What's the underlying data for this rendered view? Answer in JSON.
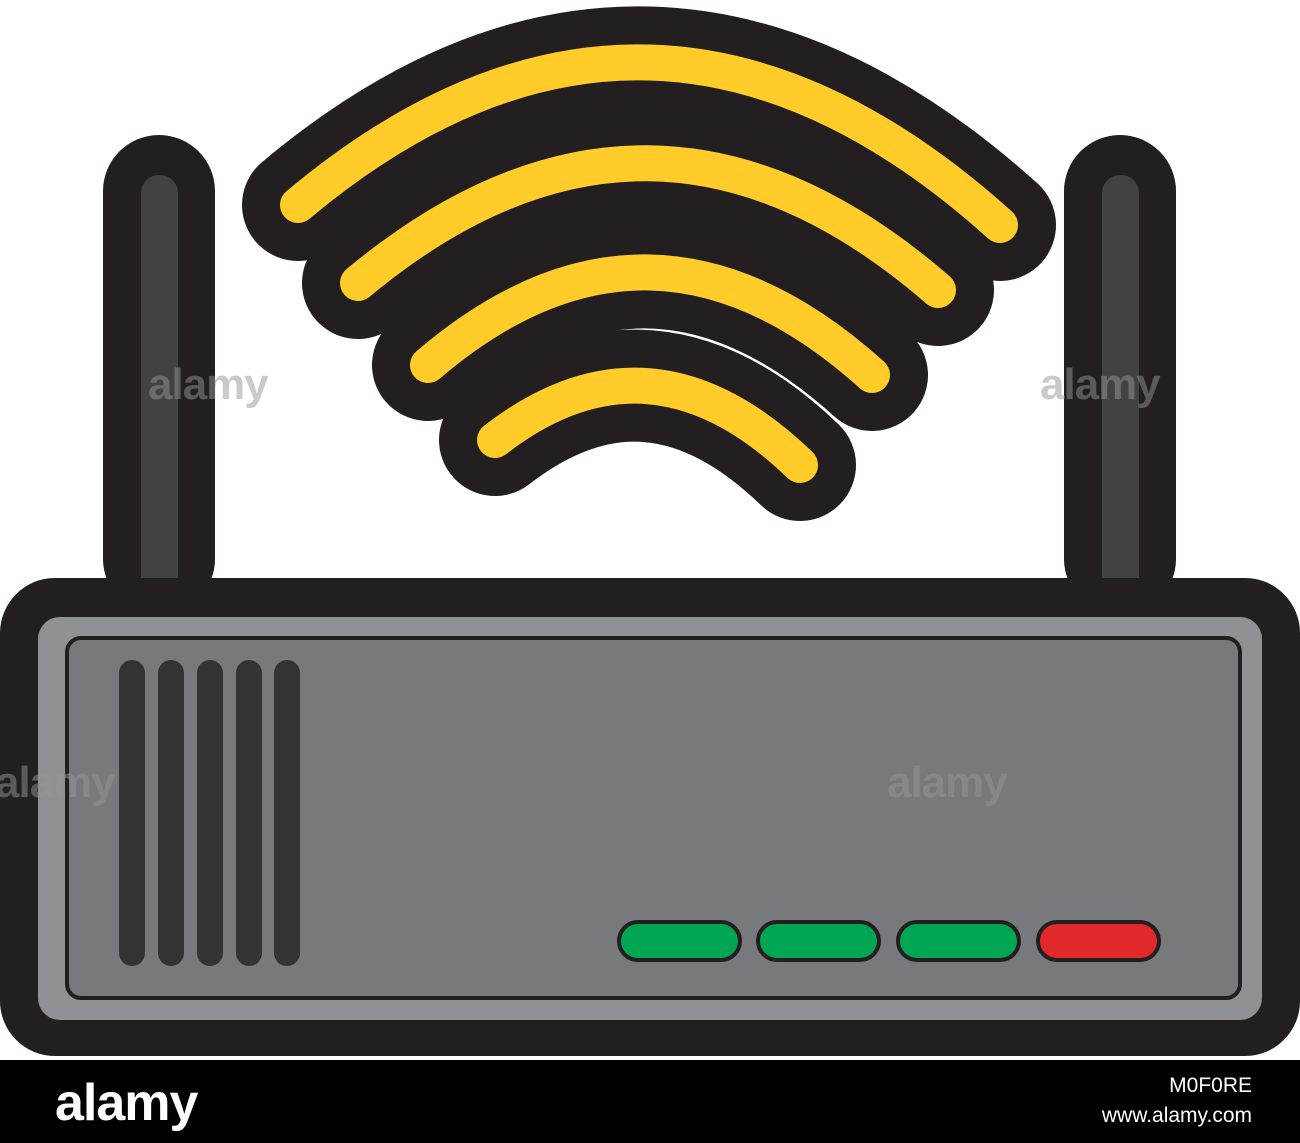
{
  "illustration": {
    "subject": "wifi-router-icon",
    "colors": {
      "outline": "#231f20",
      "body_outer": "#8f9194",
      "body_panel": "#77797c",
      "antenna": "#414244",
      "vent": "#333335",
      "signal": "#ffcc29",
      "led_green": "#00a651",
      "led_red": "#e1282b",
      "background": "#ffffff"
    },
    "signal_arcs": 4,
    "vent_slots": 5,
    "status_leds": [
      "green",
      "green",
      "green",
      "red"
    ],
    "antennas": 2
  },
  "watermark": {
    "text": "alamy",
    "color": "#969696"
  },
  "footer": {
    "brand": "alamy",
    "image_id": "M0F0RE",
    "site": "www.alamy.com",
    "background": "#000000",
    "text_color": "#ffffff"
  }
}
